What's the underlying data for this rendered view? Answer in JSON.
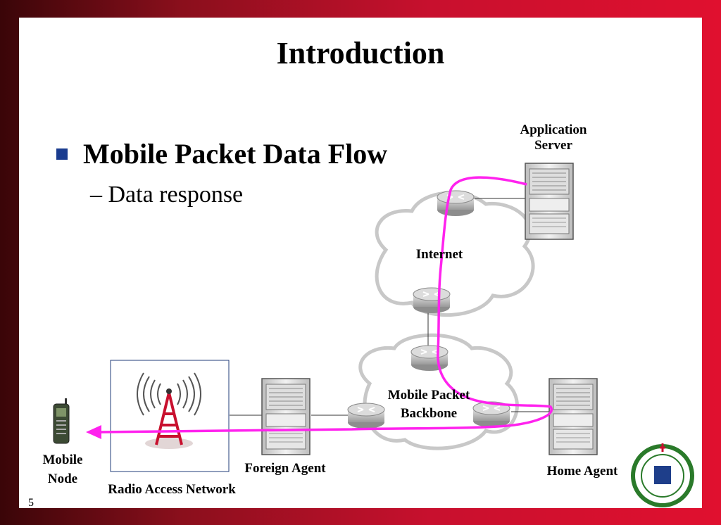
{
  "slide": {
    "title": "Introduction",
    "bullet": "Mobile Packet Data Flow",
    "sub_bullet": "– Data response",
    "page_number": "5"
  },
  "diagram": {
    "labels": {
      "application_server": "Application Server",
      "internet": "Internet",
      "mobile_packet_backbone": "Mobile Packet Backbone",
      "foreign_agent": "Foreign Agent",
      "home_agent": "Home Agent",
      "mobile_node": "Mobile Node",
      "radio_access_network": "Radio Access Network"
    },
    "flow_color": "#ff22ee"
  }
}
